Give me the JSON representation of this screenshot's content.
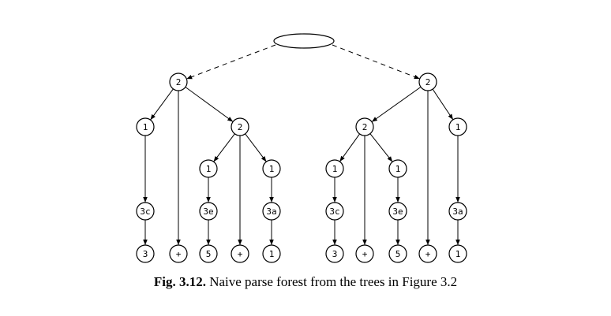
{
  "caption": {
    "label": "Fig. 3.12.",
    "text": "Naive parse forest from the trees in Figure 3.2"
  },
  "root": {
    "label": ""
  },
  "trees": [
    {
      "name": "left",
      "top": "2",
      "children": [
        {
          "label": "1",
          "chain": [
            "3c",
            "3"
          ]
        },
        {
          "label": "+"
        },
        {
          "label": "2",
          "children": [
            {
              "label": "1",
              "chain": [
                "3e",
                "5"
              ]
            },
            {
              "label": "+"
            },
            {
              "label": "1",
              "chain": [
                "3a",
                "1"
              ]
            }
          ]
        }
      ]
    },
    {
      "name": "right",
      "top": "2",
      "children": [
        {
          "label": "2",
          "children": [
            {
              "label": "1",
              "chain": [
                "3c",
                "3"
              ]
            },
            {
              "label": "+"
            },
            {
              "label": "1",
              "chain": [
                "3e",
                "5"
              ]
            }
          ]
        },
        {
          "label": "+"
        },
        {
          "label": "1",
          "chain": [
            "3a",
            "1"
          ]
        }
      ]
    }
  ]
}
